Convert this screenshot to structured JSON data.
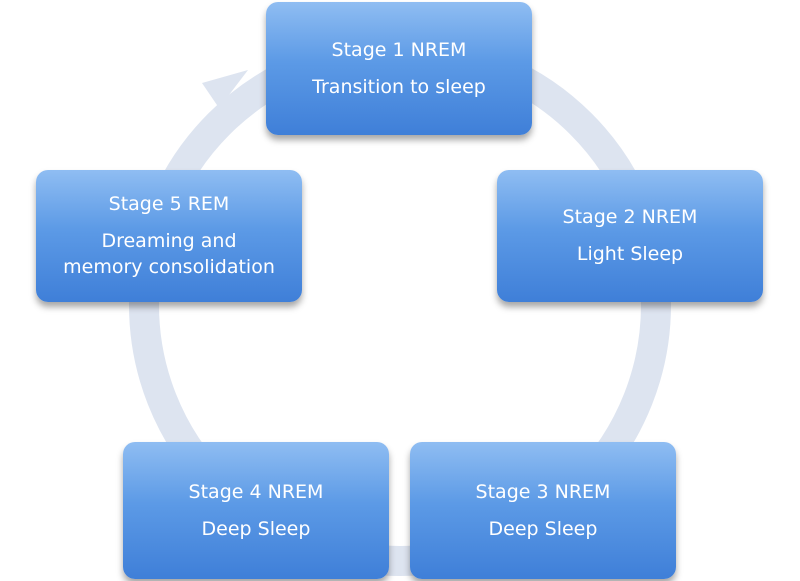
{
  "stages": [
    {
      "title": "Stage 1 NREM",
      "desc": [
        "Transition to sleep"
      ]
    },
    {
      "title": "Stage 2 NREM",
      "desc": [
        "Light Sleep"
      ]
    },
    {
      "title": "Stage 3 NREM",
      "desc": [
        "Deep Sleep"
      ]
    },
    {
      "title": "Stage 4 NREM",
      "desc": [
        "Deep Sleep"
      ]
    },
    {
      "title": "Stage 5 REM",
      "desc": [
        "Dreaming and",
        "memory consolidation"
      ]
    }
  ],
  "colors": {
    "box_top": "#8fbdf2",
    "box_bottom": "#3f7fd8",
    "text": "#ffffff",
    "cycle_ring": "#dde4f0"
  }
}
